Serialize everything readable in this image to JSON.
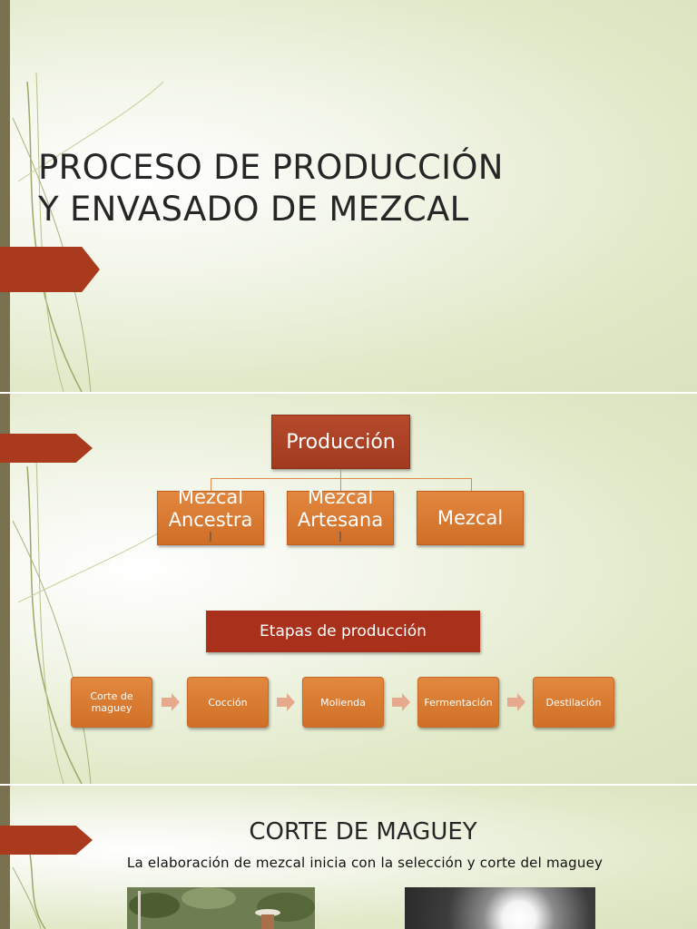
{
  "slide1": {
    "title_line1": "PROCESO DE PRODUCCIÓN",
    "title_line2": "Y ENVASADO DE MEZCAL"
  },
  "slide2": {
    "root": "Producción",
    "types": [
      {
        "line1": "Mezcal",
        "line2": "Ancestra",
        "line3": "l"
      },
      {
        "line1": "Mezcal",
        "line2": "Artesana",
        "line3": "l"
      },
      {
        "line1": "Mezcal"
      }
    ],
    "stages_title": "Etapas de producción",
    "stages": [
      "Corte de maguey",
      "Cocción",
      "Molienda",
      "Fermentación",
      "Destilación"
    ]
  },
  "slide3": {
    "title": "CORTE DE MAGUEY",
    "subtitle": "La elaboración de mezcal inicia con la selección y corte del maguey"
  },
  "colors": {
    "accent_dark": "#a9301a",
    "accent_orange": "#d97a33",
    "edge_bar": "#7a7150"
  }
}
